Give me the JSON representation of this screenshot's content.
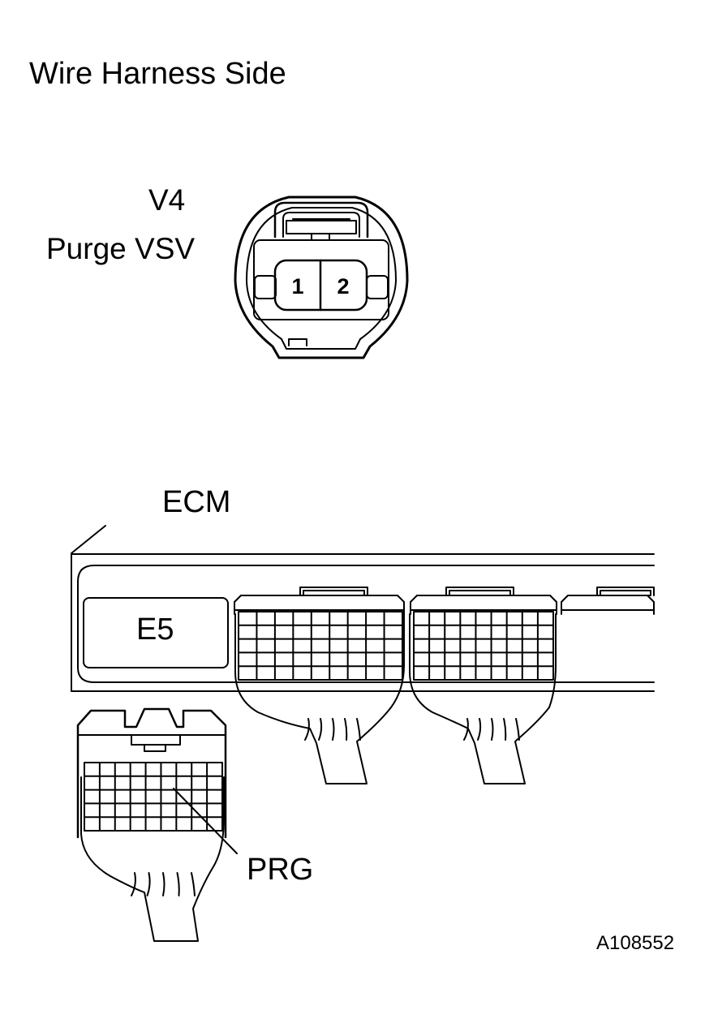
{
  "page": {
    "title": "Wire Harness Side",
    "figure_id": "A108552"
  },
  "purge_vsv_connector": {
    "code": "V4",
    "name": "Purge VSV",
    "pins": [
      "1",
      "2"
    ]
  },
  "ecm": {
    "label": "ECM",
    "connector": "E5",
    "terminal": "PRG"
  }
}
